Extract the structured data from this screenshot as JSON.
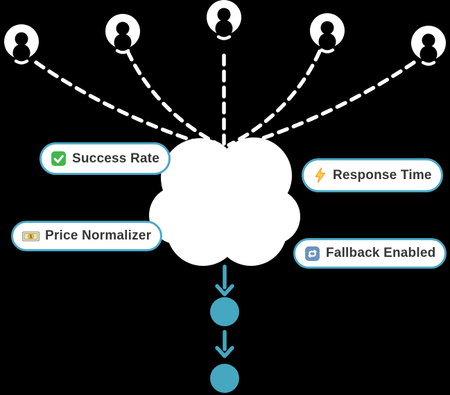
{
  "diagram": {
    "background_color": "#000000",
    "accent_teal": "#45a8c0",
    "badge_border_color": "#4aa9c8",
    "badge_text_color": "#373737",
    "node_color": "#ffffff",
    "user_sources": {
      "count": 5,
      "icon": "user-avatar-icon"
    },
    "hub": {
      "shape": "cloud",
      "color": "#ffffff"
    },
    "badges": [
      {
        "label": "Success Rate",
        "icon": "check-mark-emoji-icon"
      },
      {
        "label": "Response Time",
        "icon": "lightning-emoji-icon"
      },
      {
        "label": "Price Normalizer",
        "icon": "banknote-emoji-icon"
      },
      {
        "label": "Fallback Enabled",
        "icon": "repeat-arrows-emoji-icon"
      }
    ],
    "banknote_symbol": "$",
    "output_nodes": {
      "count": 2,
      "color": "#45a8c0"
    }
  }
}
